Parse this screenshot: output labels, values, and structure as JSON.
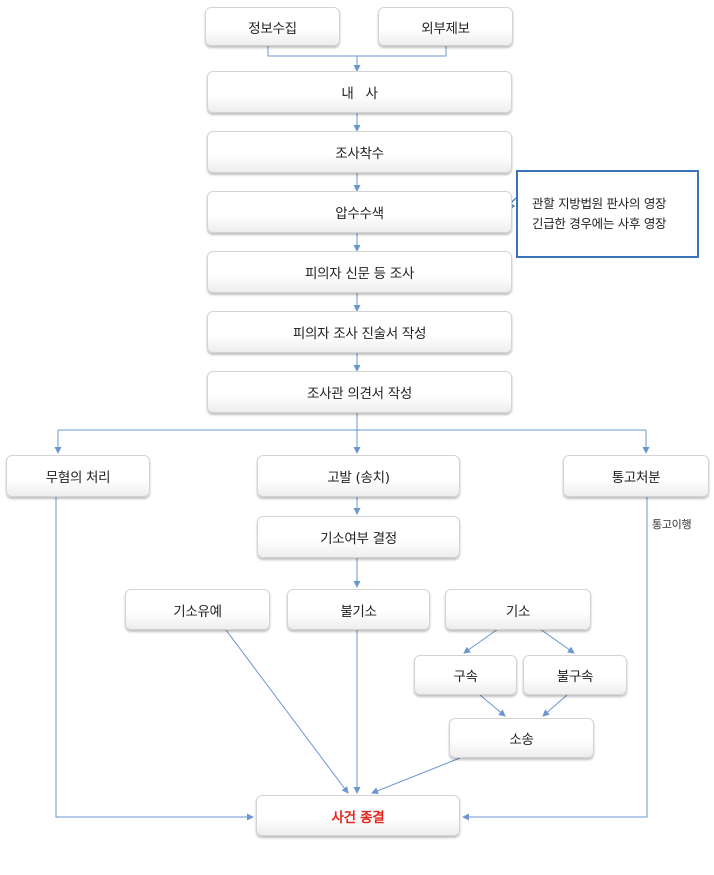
{
  "nodes": {
    "info_collection": "정보수집",
    "external_report": "외부제보",
    "internal_investigation": "내   사",
    "investigation_start": "조사착수",
    "search_seizure": "압수수색",
    "suspect_interrogation": "피의자 신문 등 조사",
    "suspect_statement": "피의자 조사 진술서 작성",
    "investigator_opinion": "조사관 의견서 작성",
    "no_suspicion": "무혐의 처리",
    "accusation": "고발 (송치)",
    "notice_disposition": "통고처분",
    "prosecution_decision": "기소여부 결정",
    "suspended_prosecution": "기소유예",
    "non_prosecution": "불기소",
    "prosecution": "기소",
    "detention": "구속",
    "non_detention": "불구속",
    "lawsuit": "소송",
    "case_closed": "사건 종결"
  },
  "note": {
    "line1": "관할 지방법원 판사의 영장",
    "line2": "긴급한 경우에는 사후 영장"
  },
  "edge_labels": {
    "notice_failure": "통고이행"
  },
  "colors": {
    "connector": "#6b96cf",
    "note_border": "#3a74b8",
    "final_text": "#e8261c"
  }
}
